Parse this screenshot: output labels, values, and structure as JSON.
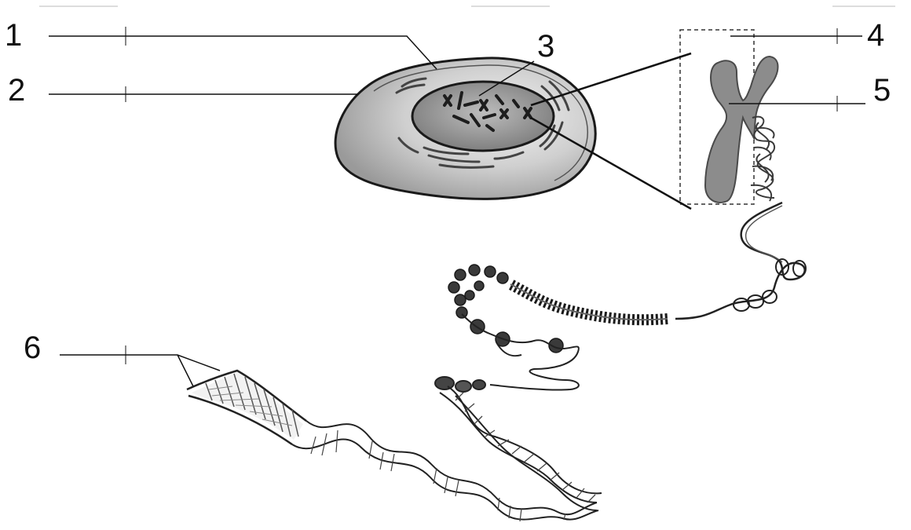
{
  "labels": {
    "l1": "1",
    "l2": "2",
    "l3": "3",
    "l4": "4",
    "l5": "5",
    "l6": "6"
  },
  "colors": {
    "line": "#111111",
    "cytoplasm": "#b9b9b9",
    "nucleus": "#8e8e8e",
    "chromosome": "#8a8a8a",
    "dark": "#2a2a2a"
  }
}
